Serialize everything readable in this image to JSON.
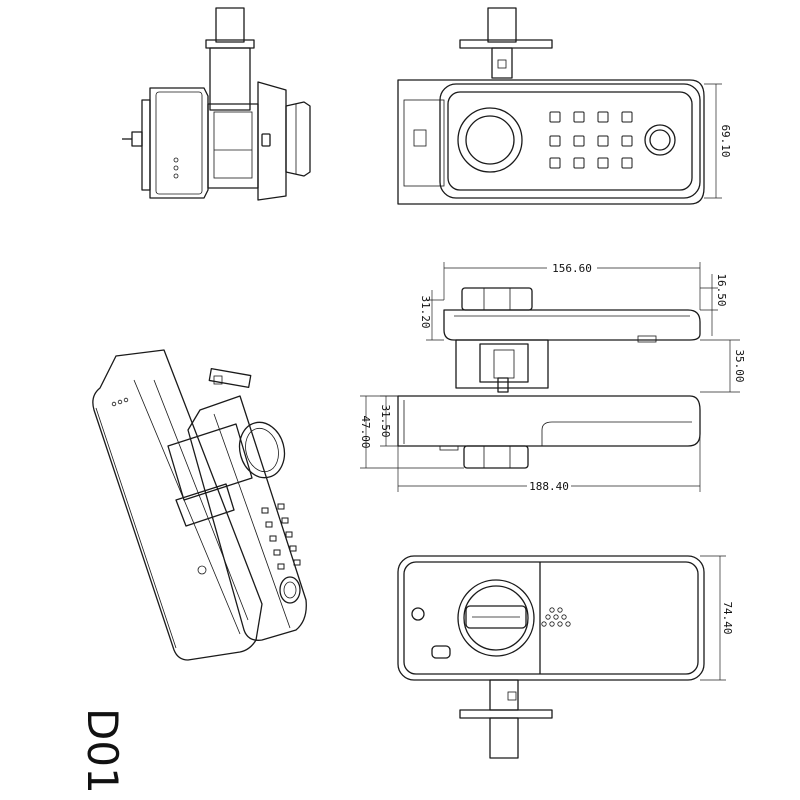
{
  "model_label": "D01",
  "dimensions": {
    "height_front": "69.10",
    "length_top": "156.60",
    "knob_height": "16.50",
    "body_height": "31.20",
    "spindle_gap": "35.00",
    "inner_height": "31.50",
    "total_depth": "47.00",
    "total_length": "188.40",
    "back_height": "74.40"
  }
}
